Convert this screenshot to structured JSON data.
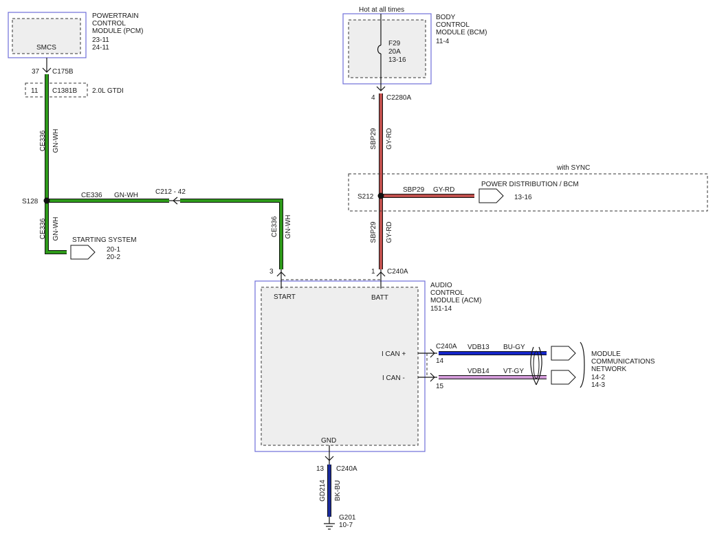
{
  "hot_label": "Hot at all times",
  "colors": {
    "green": "#2e9a1a",
    "red": "#c0504d",
    "blue": "#1525c8",
    "violet": "#d29ad8",
    "bkbu": "#1a2a9a",
    "module_border": "#6f6fd8"
  },
  "pcm": {
    "title": [
      "POWERTRAIN",
      "CONTROL",
      "MODULE (PCM)"
    ],
    "refs": [
      "23-11",
      "24-11"
    ],
    "pin_label": "SMCS",
    "pin": "37",
    "connector": "C175B"
  },
  "gtdi": {
    "pin": "11",
    "connector": "C1381B",
    "label": "2.0L GTDI"
  },
  "bcm": {
    "title": [
      "BODY",
      "CONTROL",
      "MODULE (BCM)"
    ],
    "ref": "11-4",
    "fuse": [
      "F29",
      "20A",
      "13-16"
    ],
    "pin": "4",
    "connector": "C2280A"
  },
  "wires": {
    "ce336": {
      "circuit": "CE336",
      "color": "GN-WH"
    },
    "sbp29": {
      "circuit": "SBP29",
      "color": "GY-RD"
    },
    "vdb13": {
      "circuit": "VDB13",
      "color": "BU-GY"
    },
    "vdb14": {
      "circuit": "VDB14",
      "color": "VT-GY"
    },
    "gd214": {
      "circuit": "GD214",
      "color": "BK-BU"
    }
  },
  "splices": {
    "s128": "S128",
    "s212": "S212"
  },
  "c212": "C212 - 42",
  "starting": {
    "label": "STARTING SYSTEM",
    "refs": [
      "20-1",
      "20-2"
    ]
  },
  "sync": {
    "label": "with SYNC",
    "target": "POWER DISTRIBUTION / BCM",
    "ref": "13-16"
  },
  "acm": {
    "title": [
      "AUDIO",
      "CONTROL",
      "MODULE (ACM)"
    ],
    "ref": "151-14",
    "start_label": "START",
    "batt_label": "BATT",
    "gnd_label": "GND",
    "ican_plus": "I CAN +",
    "ican_minus": "I CAN -",
    "start_pin": "3",
    "batt_pin": "1",
    "batt_connector": "C240A",
    "can_connector": "C240A",
    "can_plus_pin": "14",
    "can_minus_pin": "15",
    "gnd_pin": "13",
    "gnd_connector": "C240A"
  },
  "mcn": {
    "title": [
      "MODULE",
      "COMMUNICATIONS",
      "NETWORK"
    ],
    "refs": [
      "14-2",
      "14-3"
    ]
  },
  "ground": {
    "label": "G201",
    "ref": "10-7"
  }
}
